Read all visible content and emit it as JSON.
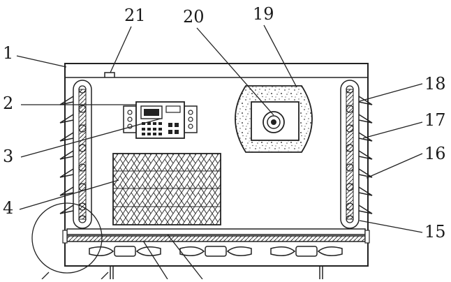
{
  "diagram": {
    "callouts": [
      "1",
      "2",
      "3",
      "4",
      "15",
      "16",
      "17",
      "18",
      "19",
      "20",
      "21"
    ]
  }
}
